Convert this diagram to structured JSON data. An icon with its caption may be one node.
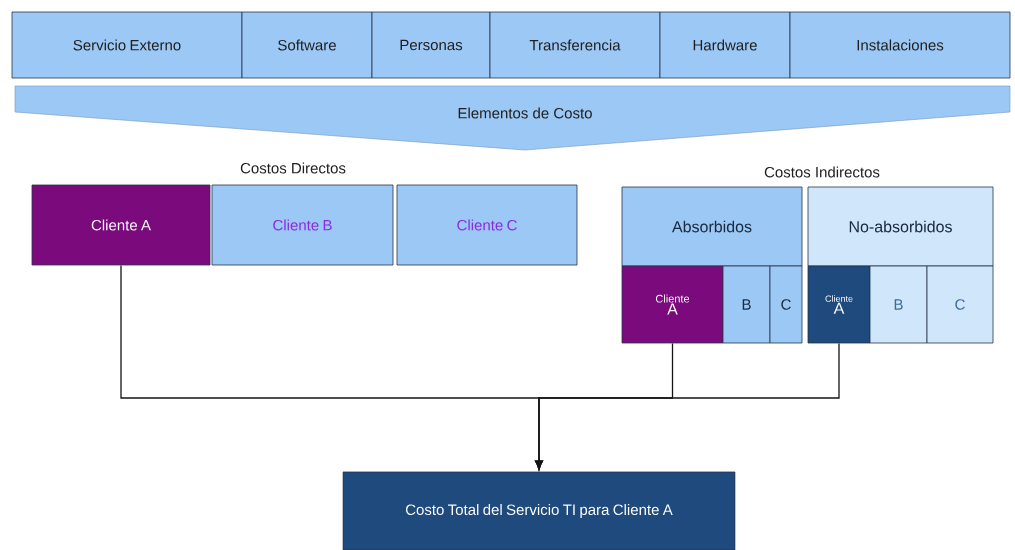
{
  "diagram": {
    "nodes": [
      {
        "text": [
          "Servicio Externo"
        ]
      },
      {
        "text": [
          "Software"
        ]
      },
      {
        "text": [
          "Personas"
        ]
      },
      {
        "text": [
          "Transferencia"
        ]
      },
      {
        "text": [
          "Hardware"
        ]
      },
      {
        "text": [
          "Instalaciones"
        ]
      },
      {
        "text": [
          "Elementos de Costo"
        ]
      },
      {
        "text": [
          "Cliente A"
        ]
      },
      {
        "text": [
          "Cliente B"
        ]
      },
      {
        "text": [
          "Cliente C"
        ]
      },
      {
        "text": [
          "Absorbidos"
        ]
      },
      {
        "text": [
          "Cliente",
          "A"
        ]
      },
      {
        "text": [
          "B"
        ]
      },
      {
        "text": [
          "C"
        ]
      },
      {
        "text": [
          "No-absorbidos"
        ]
      },
      {
        "text": [
          "Cliente",
          "A"
        ]
      },
      {
        "text": [
          "B"
        ]
      },
      {
        "text": [
          "C"
        ]
      },
      {
        "text": [
          "Costo Total del Servicio TI para Cliente A"
        ]
      }
    ],
    "edges": [
      {
        "from": 7,
        "to": 18,
        "arrow": "to"
      },
      {
        "from": 11,
        "to": 18,
        "arrow": "to"
      },
      {
        "from": 15,
        "to": 18,
        "arrow": "to"
      }
    ],
    "labels": [
      "Costos Directos",
      "Costos Indirectos"
    ]
  }
}
